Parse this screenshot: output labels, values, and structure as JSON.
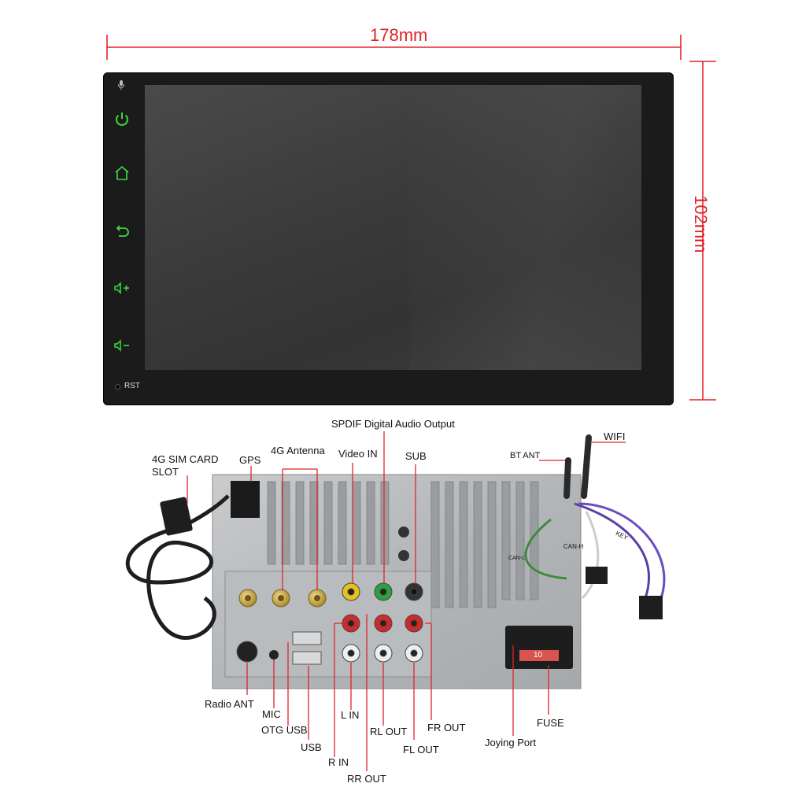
{
  "dimensions": {
    "width_label": "178mm",
    "height_label": "102mm"
  },
  "front_panel": {
    "buttons": [
      {
        "name": "power",
        "icon": "power-icon"
      },
      {
        "name": "home",
        "icon": "home-icon"
      },
      {
        "name": "back",
        "icon": "back-icon"
      },
      {
        "name": "volume-up",
        "icon": "volume-up-icon"
      },
      {
        "name": "volume-down",
        "icon": "volume-down-icon"
      }
    ],
    "reset_label": "RST",
    "button_color": "#3ddc3d"
  },
  "rear_panel": {
    "labels": {
      "sim_slot_line1": "4G SIM CARD",
      "sim_slot_line2": "SLOT",
      "gps": "GPS",
      "antenna_4g": "4G Antenna",
      "spdif": "SPDIF Digital Audio Output",
      "video_in": "Video IN",
      "sub": "SUB",
      "wifi": "WIFI",
      "bt_ant": "BT ANT",
      "radio_ant": "Radio ANT",
      "mic": "MIC",
      "otg_usb": "OTG USB",
      "usb": "USB",
      "r_in": "R IN",
      "rr_out": "RR OUT",
      "l_in": "L IN",
      "rl_out": "RL OUT",
      "fl_out": "FL OUT",
      "fr_out": "FR OUT",
      "joying_port": "Joying Port",
      "fuse": "FUSE",
      "fuse_value": "10",
      "cable_tag_1": "KEY",
      "cable_tag_2": "CAN-H",
      "cable_tag_3": "CAN-L"
    }
  },
  "colors": {
    "dimension": "#e0242b",
    "leader": "#e0242b"
  }
}
